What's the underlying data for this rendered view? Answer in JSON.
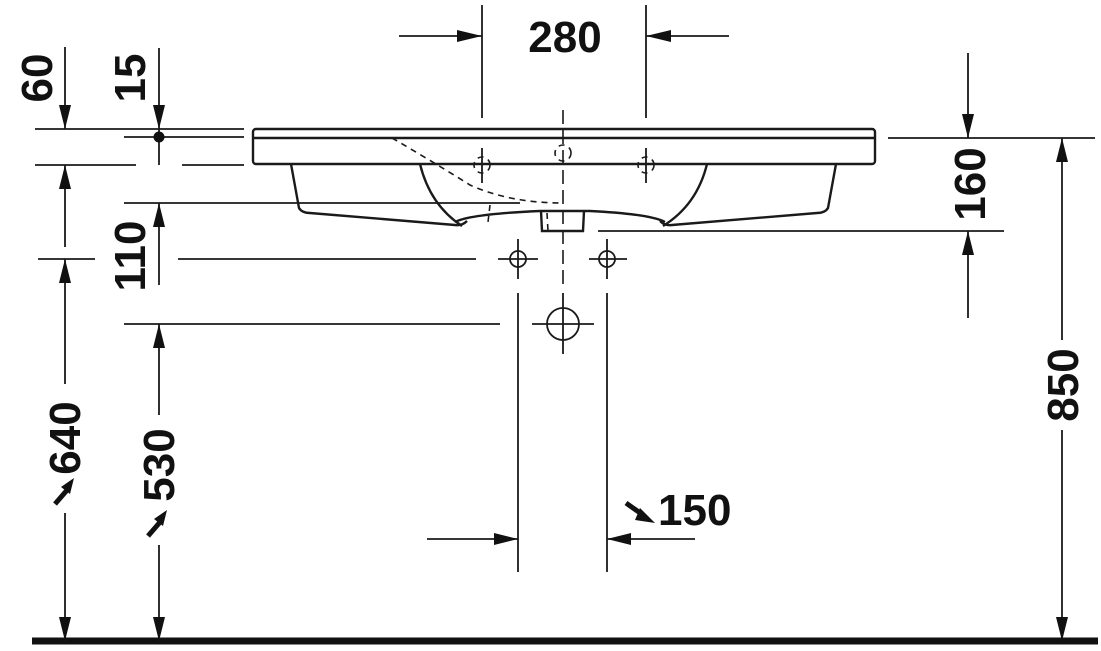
{
  "drawing": {
    "title": "Washbasin installation dimension drawing",
    "units": "mm",
    "line_color": "#111111",
    "background": "#ffffff"
  },
  "dimensions": {
    "tap_spacing": {
      "label": "280",
      "orientation": "horizontal"
    },
    "rim_to_overflow": {
      "label": "60",
      "orientation": "vertical"
    },
    "overflow_offset": {
      "label": "15",
      "orientation": "vertical"
    },
    "rim_to_waste_holes": {
      "label": "110",
      "orientation": "vertical"
    },
    "basin_depth": {
      "label": "160",
      "orientation": "vertical"
    },
    "waste_holes_height": {
      "label": "640",
      "orientation": "vertical",
      "note_arrow": true
    },
    "drain_height": {
      "label": "530",
      "orientation": "vertical",
      "note_arrow": true
    },
    "waste_holes_spacing": {
      "label": "150",
      "orientation": "horizontal",
      "note_arrow": true
    },
    "rim_height": {
      "label": "850",
      "orientation": "vertical"
    }
  }
}
